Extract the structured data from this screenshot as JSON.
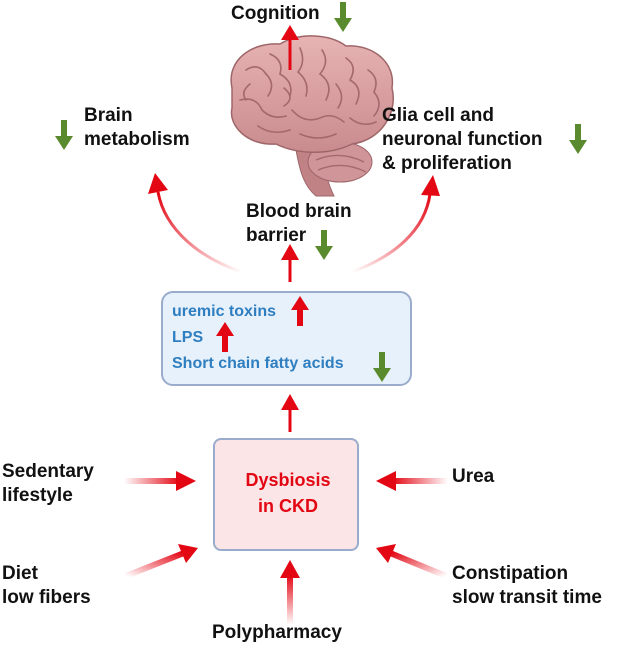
{
  "colors": {
    "arrow_red": "#e30613",
    "arrow_green": "#5a8a2e",
    "metab_text": "#2f7ec0",
    "dysbiosis_text": "#e30613",
    "dysbiosis_fill": "#fbe5e6",
    "metab_fill": "#e6f1fb",
    "box_border": "#9aaccc"
  },
  "top": {
    "cognition": "Cognition",
    "brain_metabolism": [
      "Brain",
      "metabolism"
    ],
    "glia": [
      "Glia cell and",
      "neuronal function",
      "& proliferation"
    ],
    "bbb": [
      "Blood brain",
      "barrier"
    ]
  },
  "metabolites": {
    "items": [
      {
        "label": "uremic toxins",
        "trend": "increase"
      },
      {
        "label": "LPS",
        "trend": "increase"
      },
      {
        "label": "Short chain fatty acids",
        "trend": "decrease"
      }
    ]
  },
  "center": {
    "label": [
      "Dysbiosis",
      "in CKD"
    ]
  },
  "factors": {
    "sedentary": [
      "Sedentary",
      "lifestyle"
    ],
    "urea": "Urea",
    "diet": [
      "Diet",
      "low fibers"
    ],
    "constipation": [
      "Constipation",
      "slow transit time"
    ],
    "polypharmacy": "Polypharmacy"
  },
  "icons": {
    "brain": "brain-illustration",
    "increase": "red-up-arrow-icon",
    "decrease": "green-down-arrow-icon"
  }
}
